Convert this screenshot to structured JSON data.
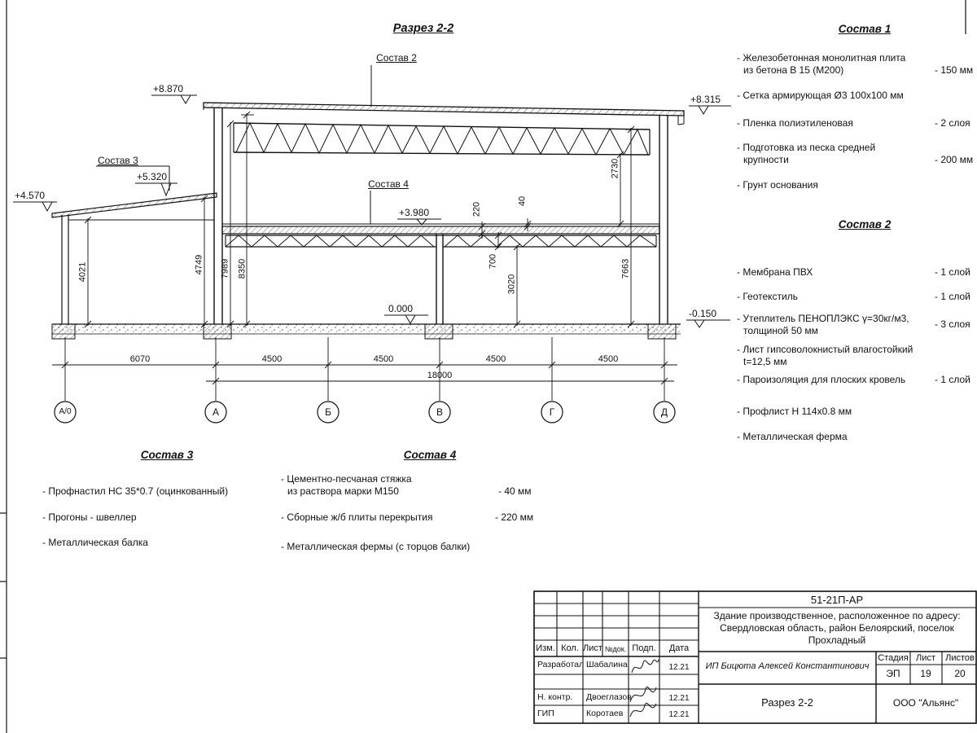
{
  "page": {
    "title": "Разрез 2-2"
  },
  "callouts": {
    "sostav2": "Состав 2",
    "sostav3": "Состав 3",
    "sostav4": "Состав 4"
  },
  "elevations": {
    "lean_low": "+4.570",
    "lean_high": "+5.320",
    "roof_left": "+8.870",
    "roof_right": "+8.315",
    "floor": "+3.980",
    "zero": "0.000",
    "base": "-0.150"
  },
  "dims": {
    "vertical": {
      "lean_inner": "4021",
      "lean_wall": "4749",
      "main_inner": "7989",
      "main_wall": "8350",
      "slab": "220",
      "screed": "40",
      "floor_truss": "700",
      "clear_lower": "3020",
      "clear_upper": "2730",
      "main_right": "7663"
    },
    "horizontal": {
      "d0": "6070",
      "d1": "4500",
      "d2": "4500",
      "d3": "4500",
      "d4": "4500",
      "total": "18000"
    }
  },
  "axes": [
    "А/0",
    "А",
    "Б",
    "В",
    "Г",
    "Д"
  ],
  "sostav1": {
    "title": "Состав 1",
    "items": [
      {
        "line1": "- Железобетонная  монолитная плита",
        "line2": "из бетона В 15 (М200)",
        "value": "- 150 мм"
      },
      {
        "line1": "- Сетка армирующая Ø3 100х100 мм",
        "line2": "",
        "value": ""
      },
      {
        "line1": "- Пленка полиэтиленовая",
        "line2": "",
        "value": "- 2 слоя"
      },
      {
        "line1": "- Подготовка из песка средней",
        "line2": "крупности",
        "value": "- 200 мм"
      },
      {
        "line1": "- Грунт основания",
        "line2": "",
        "value": ""
      }
    ]
  },
  "sostav2": {
    "title": "Состав 2",
    "items": [
      {
        "line1": "- Мембрана ПВХ",
        "line2": "",
        "value": "- 1 слой"
      },
      {
        "line1": "- Геотекстиль",
        "line2": "",
        "value": "- 1 слой"
      },
      {
        "line1": "- Утеплитель ПЕНОПЛЭКС γ=30кг/м3,",
        "line2": "толщиной 50 мм",
        "value": "- 3 слоя"
      },
      {
        "line1": "- Лист гипсоволокнистый влагостойкий",
        "line2": "t=12,5 мм",
        "value": ""
      },
      {
        "line1": "- Пароизоляция для плоских кровель",
        "line2": "",
        "value": "- 1 слой"
      },
      {
        "line1": "- Профлист Н 114х0.8 мм",
        "line2": "",
        "value": ""
      },
      {
        "line1": "- Металлическая ферма",
        "line2": "",
        "value": ""
      }
    ]
  },
  "sostav3": {
    "title": "Состав 3",
    "items": [
      "- Профнастил НС 35*0.7 (оцинкованный)",
      "- Прогоны - швеллер",
      "- Металлическая балка"
    ]
  },
  "sostav4": {
    "title": "Состав 4",
    "items": [
      {
        "line1": "- Цементно-песчаная стяжка",
        "line2": "из раствора марки М150",
        "value": "- 40 мм"
      },
      {
        "line1": "- Сборные ж/б плиты перекрытия",
        "line2": "",
        "value": "- 220 мм"
      },
      {
        "line1": "- Металлическая фермы (с торцов балки)",
        "line2": "",
        "value": ""
      }
    ]
  },
  "titleblock": {
    "code": "51-21П-АР",
    "object_line1": "Здание производственное, расположенное по адресу:",
    "object_line2": "Свердловская область, район Белоярский, поселок",
    "object_line3": "Прохладный",
    "header": {
      "izm": "Изм.",
      "kol": "Кол.",
      "list": "Лист",
      "ndok": "№док.",
      "podp": "Подп.",
      "data": "Дата"
    },
    "rows": [
      {
        "role": "Разработал",
        "name": "Шабалина",
        "date": "12.21"
      },
      {
        "role": "Н. контр.",
        "name": "Двоеглазов",
        "date": "12.21"
      },
      {
        "role": "ГИП",
        "name": "Коротаев",
        "date": "12.21"
      }
    ],
    "customer": "ИП Бицюта Алексей Константинович",
    "stage_label": "Стадия",
    "sheet_label": "Лист",
    "sheets_label": "Листов",
    "stage": "ЭП",
    "sheet": "19",
    "sheets": "20",
    "sheet_title": "Разрез 2-2",
    "company": "ООО \"Альянс\""
  }
}
